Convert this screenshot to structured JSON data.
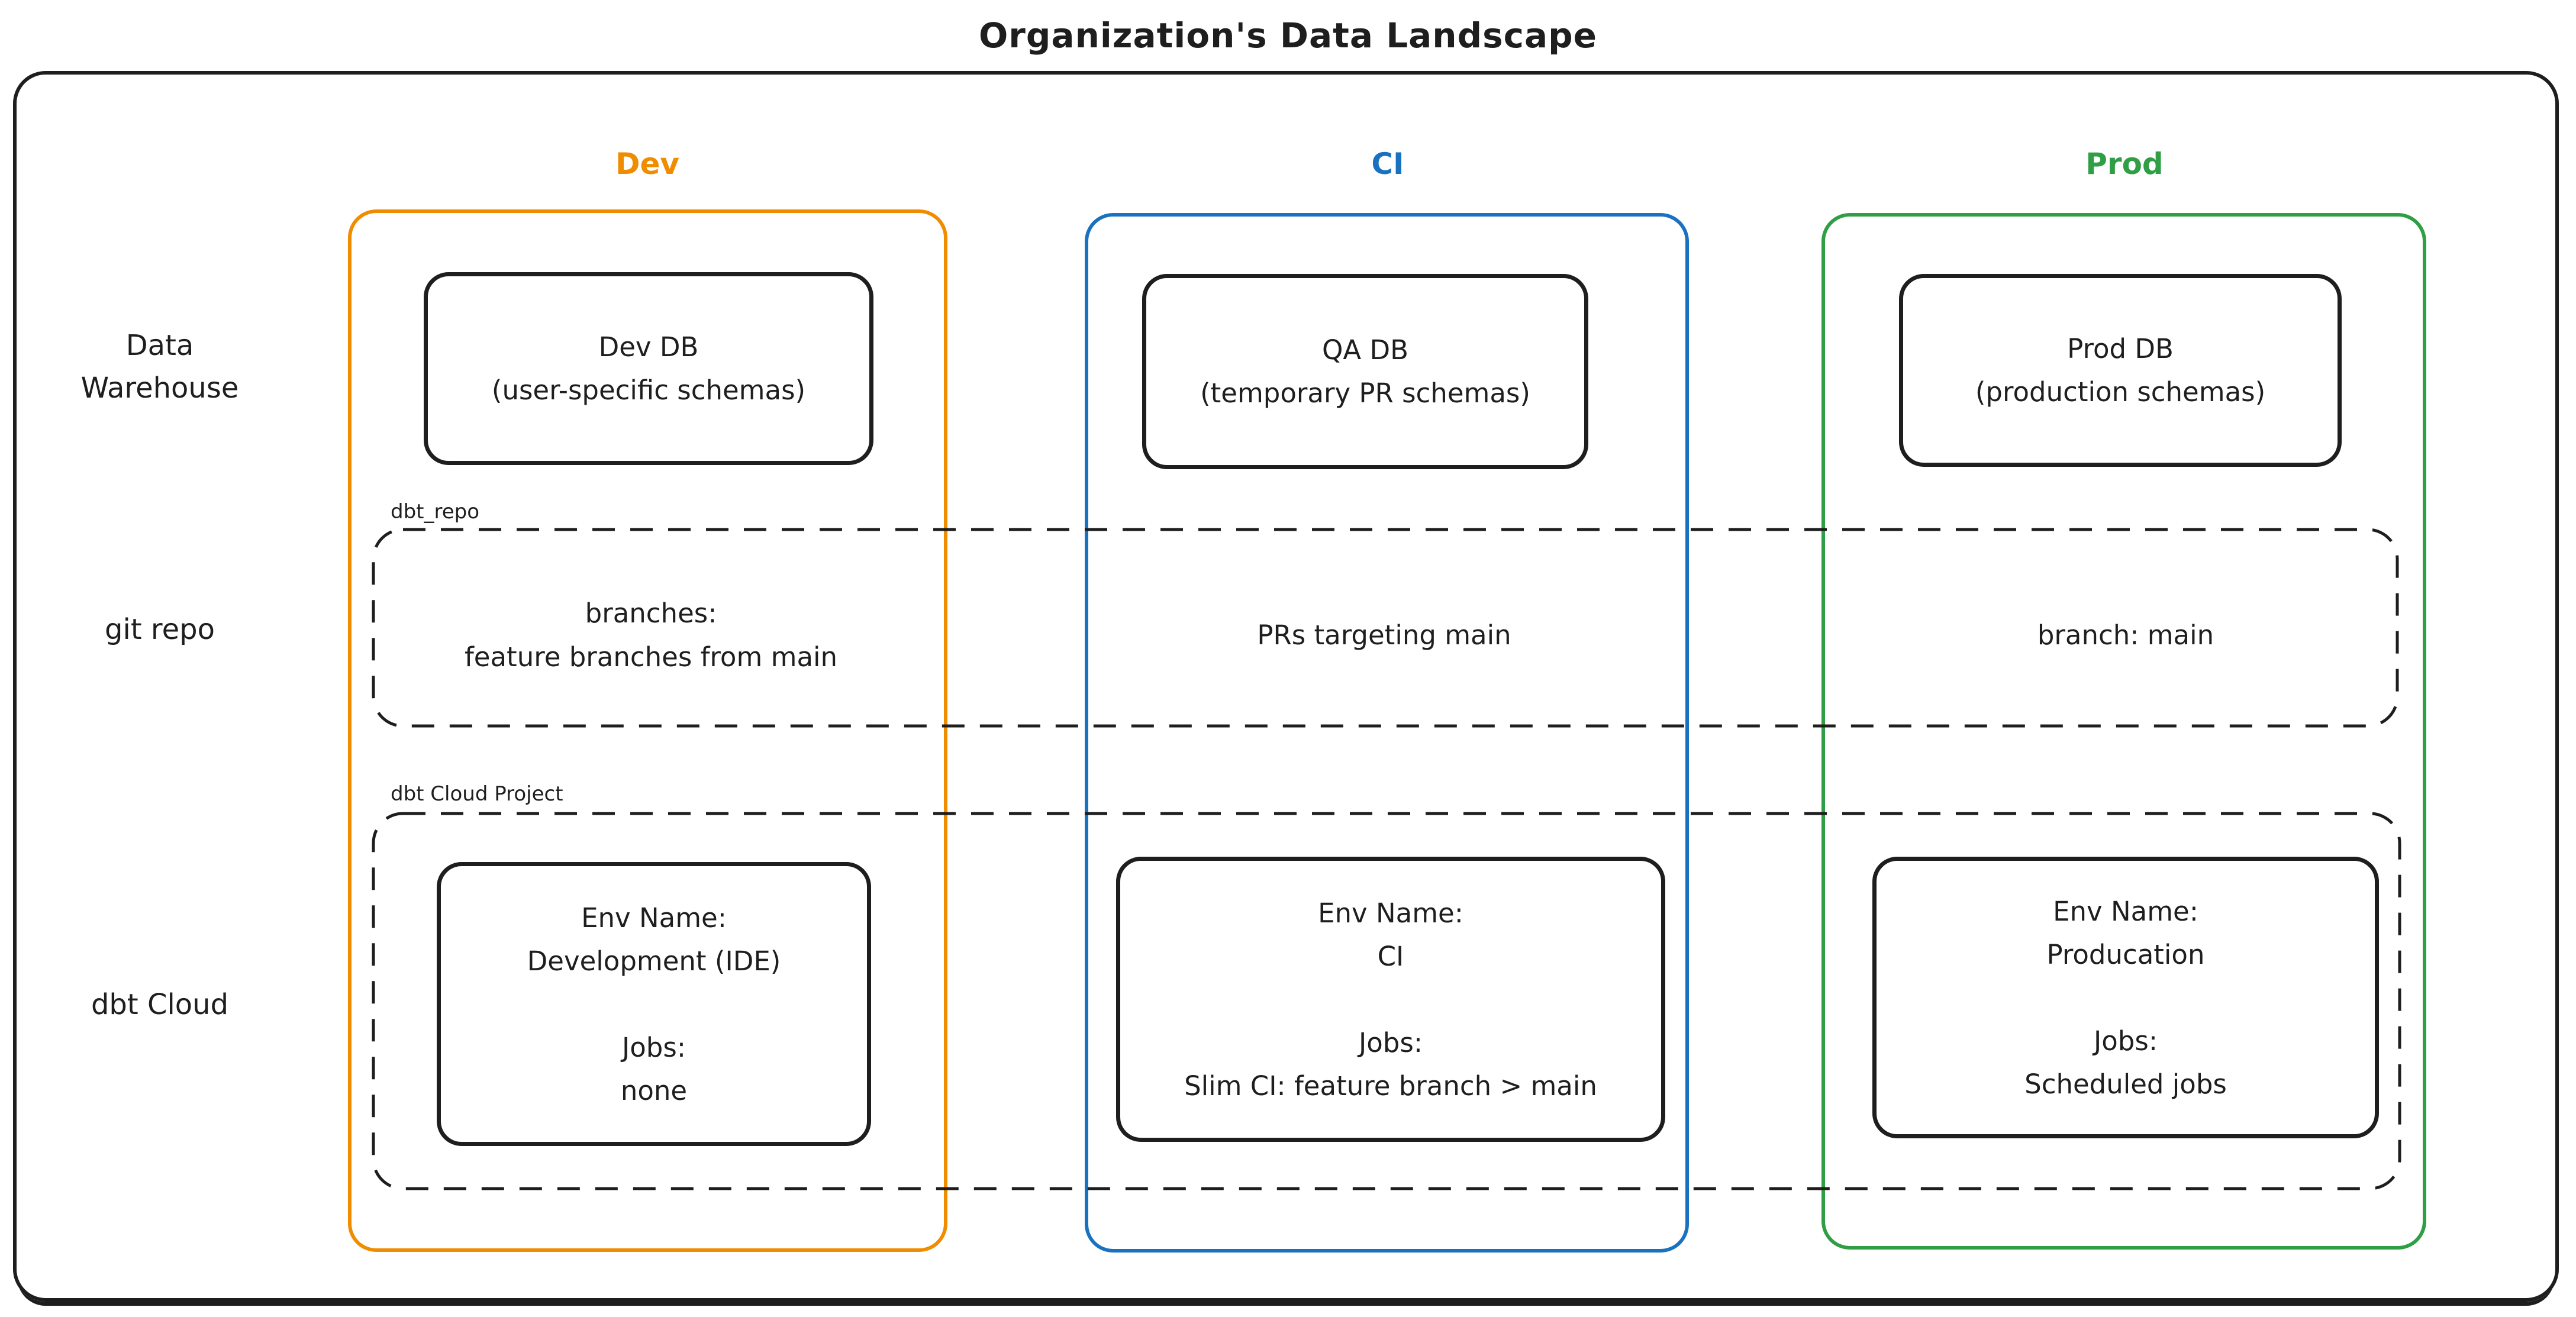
{
  "title": "Organization's Data Landscape",
  "colors": {
    "dev_accent": "#f08c00",
    "ci_accent": "#1971c2",
    "prod_accent": "#2f9e44",
    "ink": "#1e1e1e"
  },
  "columns": {
    "dev": {
      "label": "Dev"
    },
    "ci": {
      "label": "CI"
    },
    "prod": {
      "label": "Prod"
    }
  },
  "row_labels": {
    "warehouse": "Data\nWarehouse",
    "git": "git repo",
    "dbt": "dbt Cloud"
  },
  "warehouse": {
    "dev": "Dev DB\n(user-specific schemas)",
    "ci": "QA DB\n(temporary PR schemas)",
    "prod": "Prod DB\n(production schemas)"
  },
  "git": {
    "container_label": "dbt_repo",
    "dev": "branches:\nfeature branches from main",
    "ci": "PRs targeting main",
    "prod": "branch: main"
  },
  "dbt": {
    "container_label": "dbt Cloud Project",
    "dev": "Env Name:\nDevelopment (IDE)\n\nJobs:\nnone",
    "ci": "Env Name:\nCI\n\nJobs:\nSlim CI: feature branch > main",
    "prod": "Env Name:\nProducation\n\nJobs:\nScheduled jobs"
  }
}
